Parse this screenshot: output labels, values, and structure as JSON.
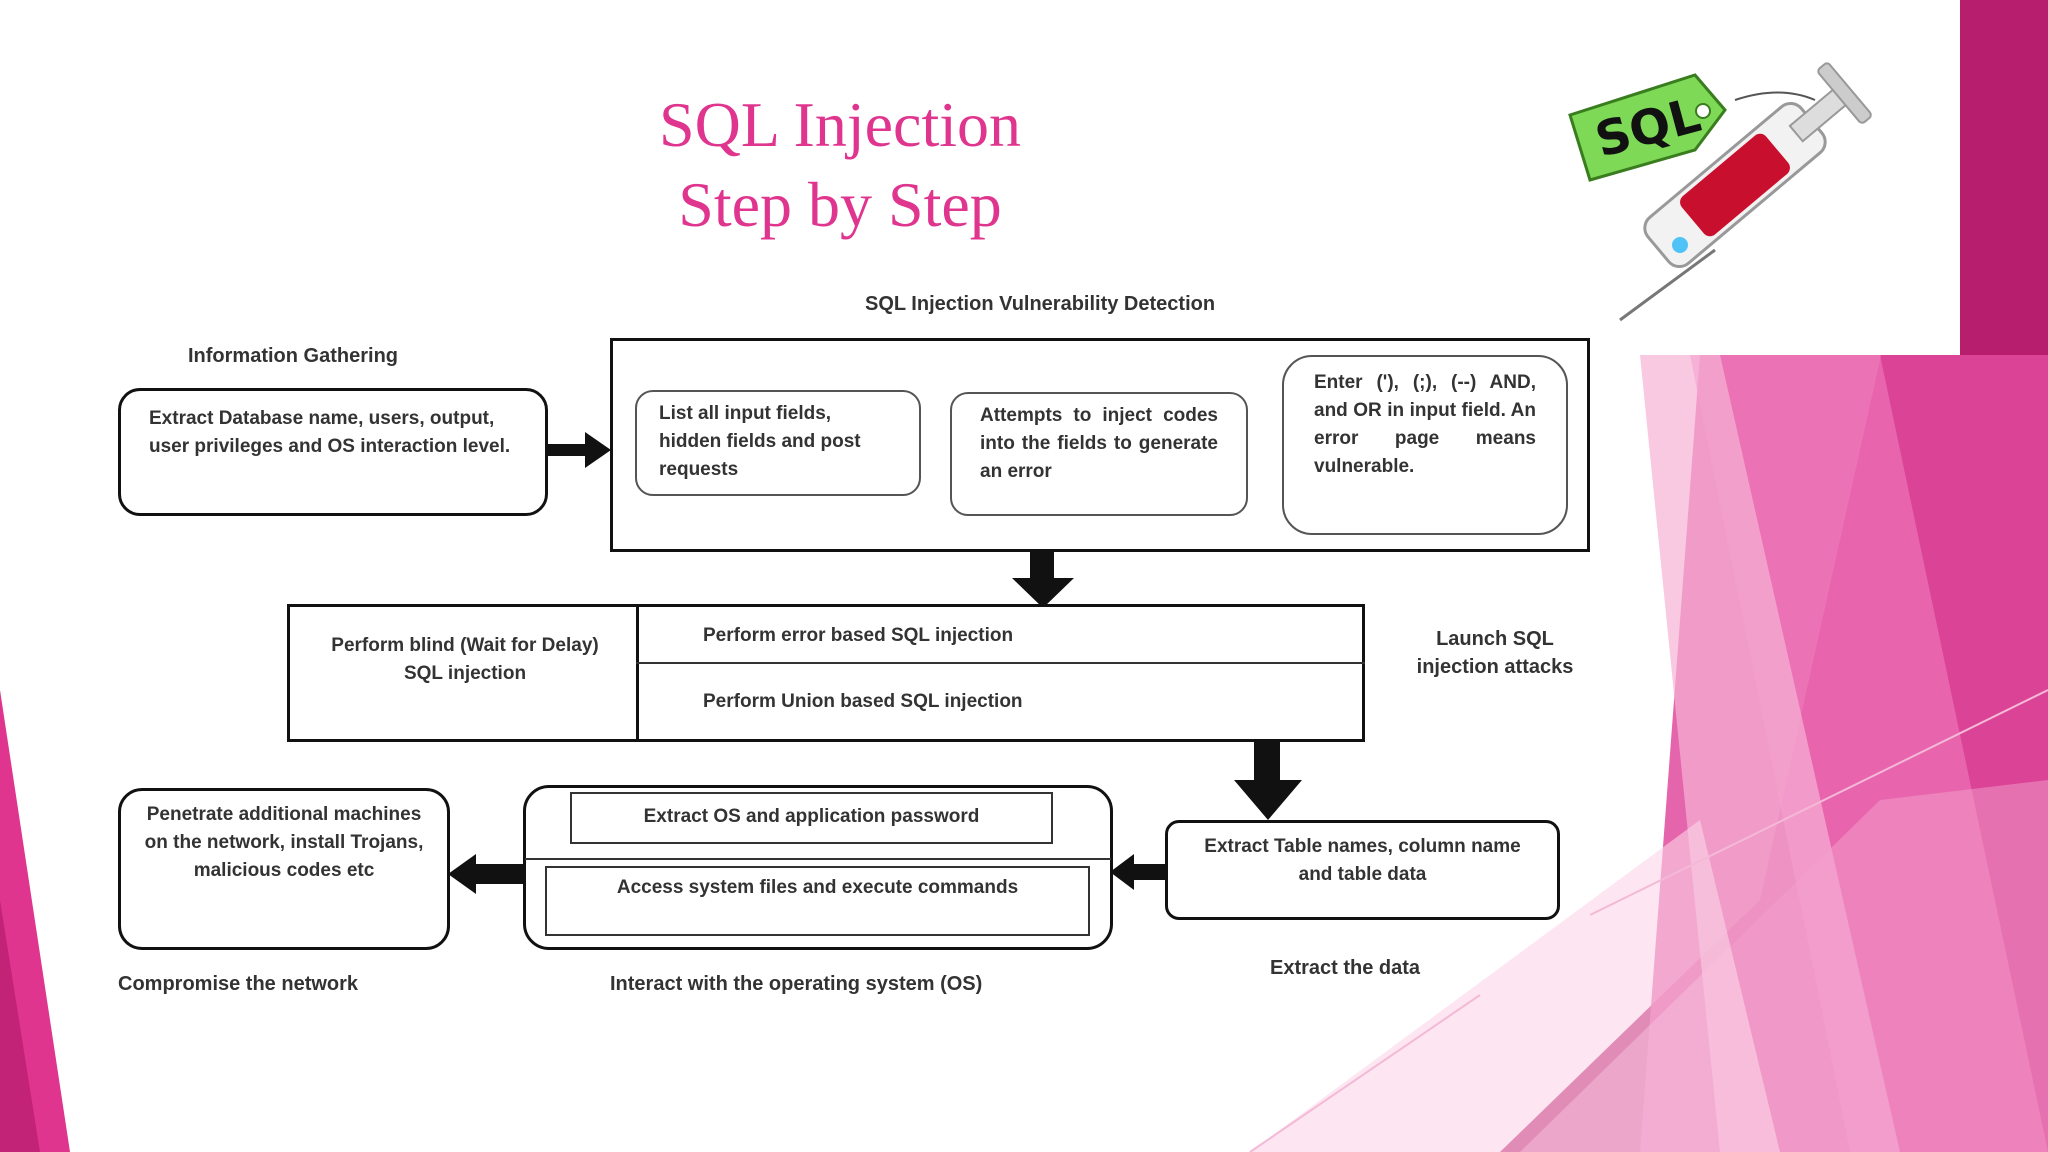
{
  "slide": {
    "title_line1": "SQL Injection",
    "title_line2": "Step by Step",
    "accent_color": "#E0358F",
    "logo_text": "SQL",
    "logo_icon": "syringe-icon"
  },
  "diagram": {
    "detection": {
      "label": "SQL Injection Vulnerability Detection",
      "step1": "List all input fields, hidden fields and post requests",
      "step2": "Attempts to inject codes into the fields to generate an error",
      "step3": "Enter ('), (;), (--) AND, and OR in input field. An error page means vulnerable."
    },
    "gathering": {
      "label": "Information Gathering",
      "text": "Extract Database name, users, output, user privileges and OS interaction level."
    },
    "launch": {
      "label": "Launch SQL injection attacks",
      "blind": "Perform blind (Wait for Delay) SQL injection",
      "error_based": "Perform error based SQL injection",
      "union_based": "Perform Union based SQL injection"
    },
    "extract": {
      "label": "Extract the data",
      "text": "Extract Table names, column name and table data"
    },
    "interact": {
      "label": "Interact with the operating system (OS)",
      "passwords": "Extract OS and application password",
      "files": "Access system files and execute commands"
    },
    "compromise": {
      "label": "Compromise the network",
      "text": "Penetrate additional machines on the network, install Trojans, malicious codes etc"
    }
  }
}
